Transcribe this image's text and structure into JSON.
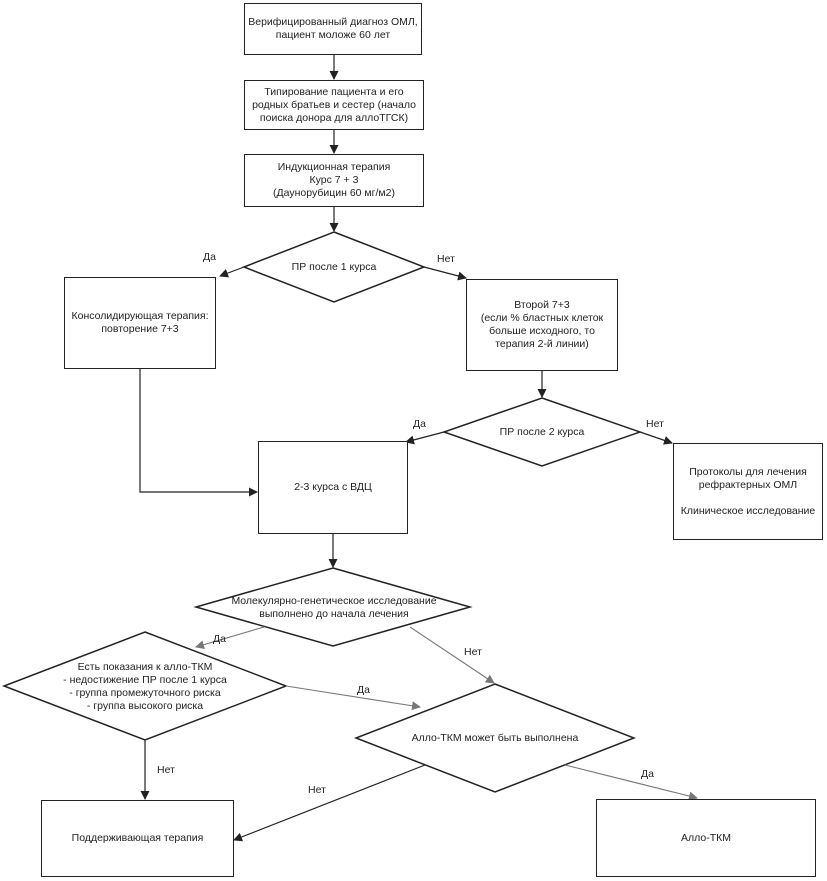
{
  "nodes": {
    "diagnosis": "Верифицированный диагноз ОМЛ,\nпациент моложе 60 лет",
    "typing": "Типирование пациента и его\nродных братьев и сестер (начало\nпоиска донора для аллоТГСК)",
    "induction": "Индукционная терапия\nКурс 7 + 3\n(Даунорубицин 60 мг/м2)",
    "cr_after_1": "ПР после 1 курса",
    "consolidation": "Консолидирующая терапия:\nповторение 7+3",
    "second_73": "Второй 7+3\n(если % бластных клеток\nбольше исходного, то\nтерапия 2-й линии)",
    "cr_after_2": "ПР после 2 курса",
    "refractory": "Протоколы для лечения\nрефрактерных ОМЛ\n\nКлиническое исследование",
    "hdac": "2-3 курса с ВДЦ",
    "molecular": "Молекулярно-генетическое исследование\nвыполнено до начала лечения",
    "allo_indications": "Есть показания к алло-ТКМ\n- недостижение ПР после 1 курса\n- группа промежуточного риска\n- группа высокого риска",
    "allo_feasible": "Алло-ТКМ может быть выполнена",
    "maintenance": "Поддерживающая терапия",
    "allo_tkm": "Алло-ТКМ"
  },
  "labels": {
    "yes": "Да",
    "no": "Нет"
  }
}
